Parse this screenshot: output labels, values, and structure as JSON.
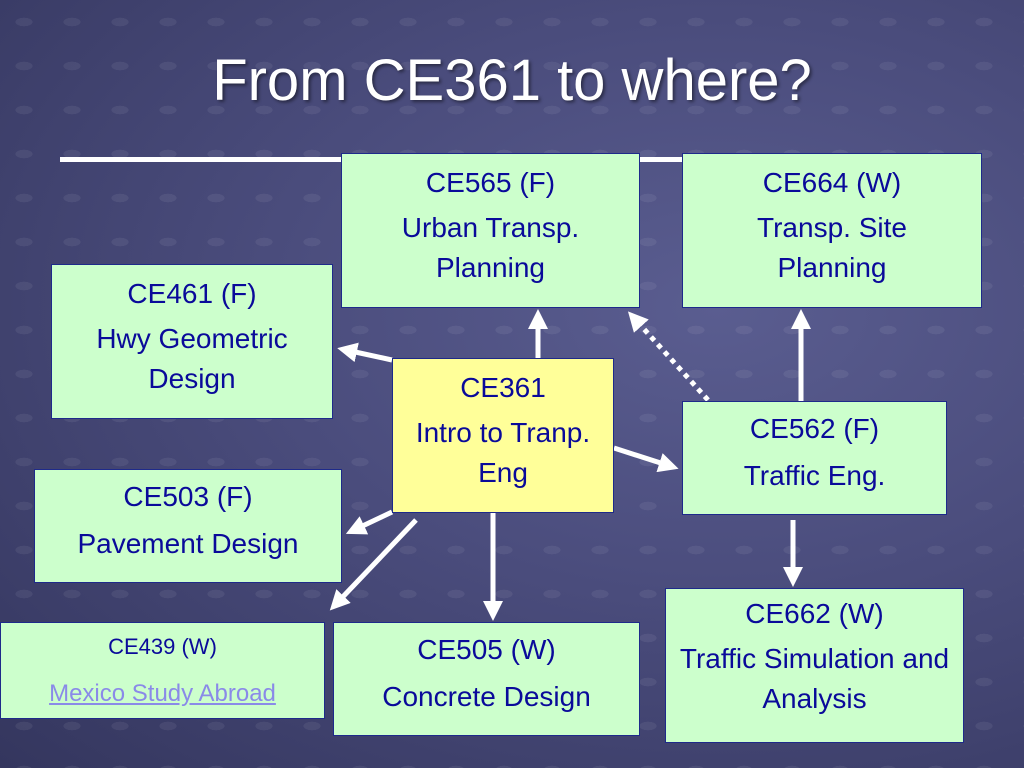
{
  "title": "From CE361 to where?",
  "boxes": {
    "ce565": {
      "code": "CE565 (F)",
      "name": "Urban Transp. Planning"
    },
    "ce664": {
      "code": "CE664 (W)",
      "name": "Transp. Site Planning"
    },
    "ce461": {
      "code": "CE461 (F)",
      "name": "Hwy Geometric Design"
    },
    "ce361": {
      "code": "CE361",
      "name": "Intro to Tranp. Eng"
    },
    "ce562": {
      "code": "CE562 (F)",
      "name": "Traffic Eng."
    },
    "ce503": {
      "code": "CE503 (F)",
      "name": "Pavement Design"
    },
    "ce662": {
      "code": "CE662 (W)",
      "name": "Traffic Simulation and Analysis"
    },
    "ce439": {
      "code": "CE439 (W)",
      "name": "Mexico Study Abroad"
    },
    "ce505": {
      "code": "CE505 (W)",
      "name": "Concrete Design"
    }
  },
  "colors": {
    "box_fill": "#ccffcc",
    "center_fill": "#ffff99",
    "text": "#0a0a9a",
    "link": "#8a8ae8"
  }
}
